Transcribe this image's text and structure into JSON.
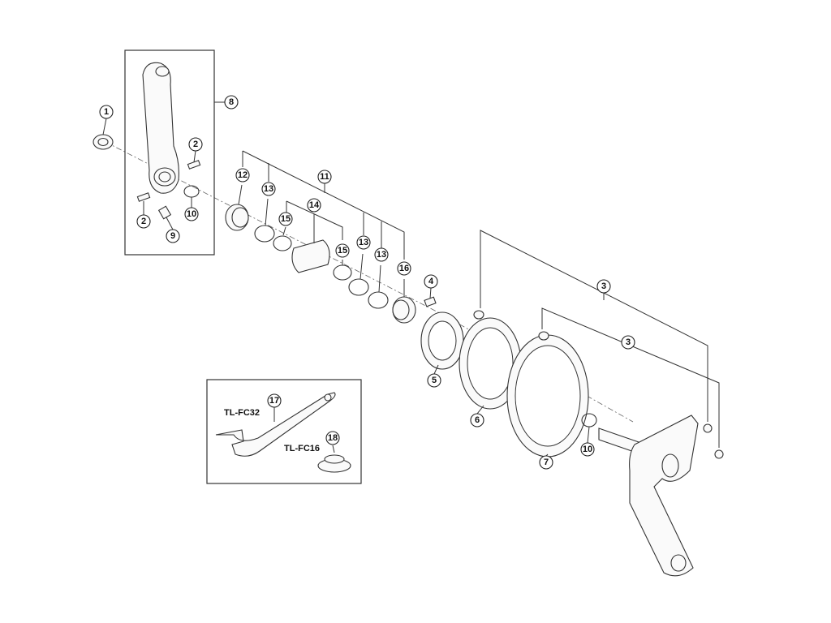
{
  "callouts": {
    "c1": "1",
    "c2a": "2",
    "c2b": "2",
    "c3a": "3",
    "c3b": "3",
    "c4": "4",
    "c5": "5",
    "c6": "6",
    "c7": "7",
    "c8": "8",
    "c9": "9",
    "c10a": "10",
    "c10b": "10",
    "c11": "11",
    "c12": "12",
    "c13a": "13",
    "c13b": "13",
    "c13c": "13",
    "c14": "14",
    "c15a": "15",
    "c15b": "15",
    "c16": "16",
    "c17": "17",
    "c18": "18"
  },
  "tools": {
    "wrench_label": "TL-FC32",
    "tool_label": "TL-FC16"
  }
}
